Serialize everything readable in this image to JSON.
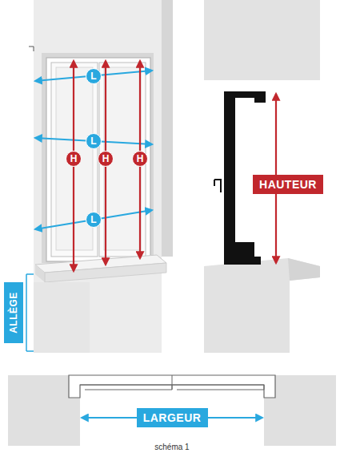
{
  "diagram": {
    "caption": "schéma 1",
    "nodes": [
      {
        "text": [
          "L"
        ]
      },
      {
        "text": [
          "L"
        ]
      },
      {
        "text": [
          "H"
        ]
      },
      {
        "text": [
          "H"
        ]
      },
      {
        "text": [
          "H"
        ]
      },
      {
        "text": [
          "L"
        ]
      },
      {
        "text": [
          "ALLÈGE"
        ]
      },
      {
        "text": [
          "HAUTEUR"
        ]
      },
      {
        "text": [
          "LARGEUR"
        ]
      }
    ]
  }
}
